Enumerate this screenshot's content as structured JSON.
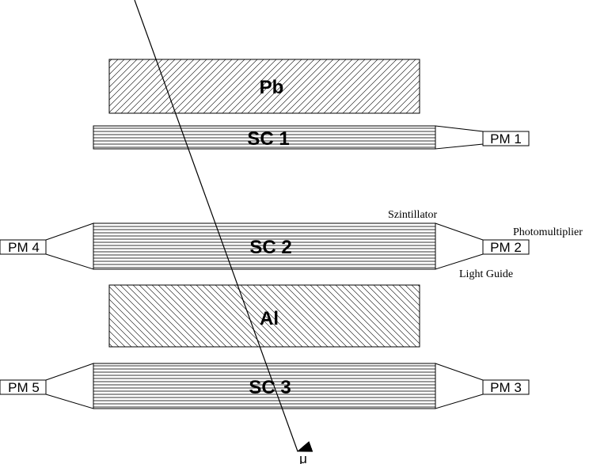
{
  "absorbers": [
    {
      "label": "Pb"
    },
    {
      "label": "Al"
    }
  ],
  "scintillators": [
    {
      "label": "SC 1"
    },
    {
      "label": "SC 2"
    },
    {
      "label": "SC 3"
    }
  ],
  "photomultipliers": [
    {
      "label": "PM 1"
    },
    {
      "label": "PM 2"
    },
    {
      "label": "PM 3"
    },
    {
      "label": "PM 4"
    },
    {
      "label": "PM 5"
    }
  ],
  "annotations": {
    "scintillator": "Szintillator",
    "photomultiplier": "Photomultiplier",
    "light_guide": "Light Guide"
  },
  "particle_symbol": "μ",
  "colors": {
    "stroke": "#000000",
    "background": "#ffffff"
  }
}
